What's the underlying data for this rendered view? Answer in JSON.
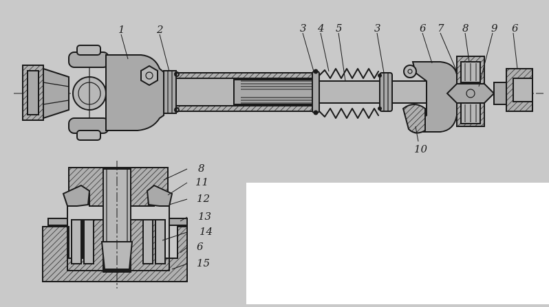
{
  "figure": {
    "labels_top": {
      "l1": "1",
      "l2": "2",
      "l3a": "3",
      "l4": "4",
      "l5": "5",
      "l3b": "3",
      "l6a": "6",
      "l7": "7",
      "l8": "8",
      "l9": "9",
      "l6b": "6",
      "l10": "10"
    },
    "labels_detail": {
      "d8": "8",
      "d11": "11",
      "d12": "12",
      "d13": "13",
      "d14": "14",
      "d6": "6",
      "d15": "15"
    }
  },
  "colors": {
    "background": "#c9c9c9",
    "ink": "#1a1a1a",
    "part_fill": "#a9a9a9",
    "blank_panel": "#ffffff"
  }
}
